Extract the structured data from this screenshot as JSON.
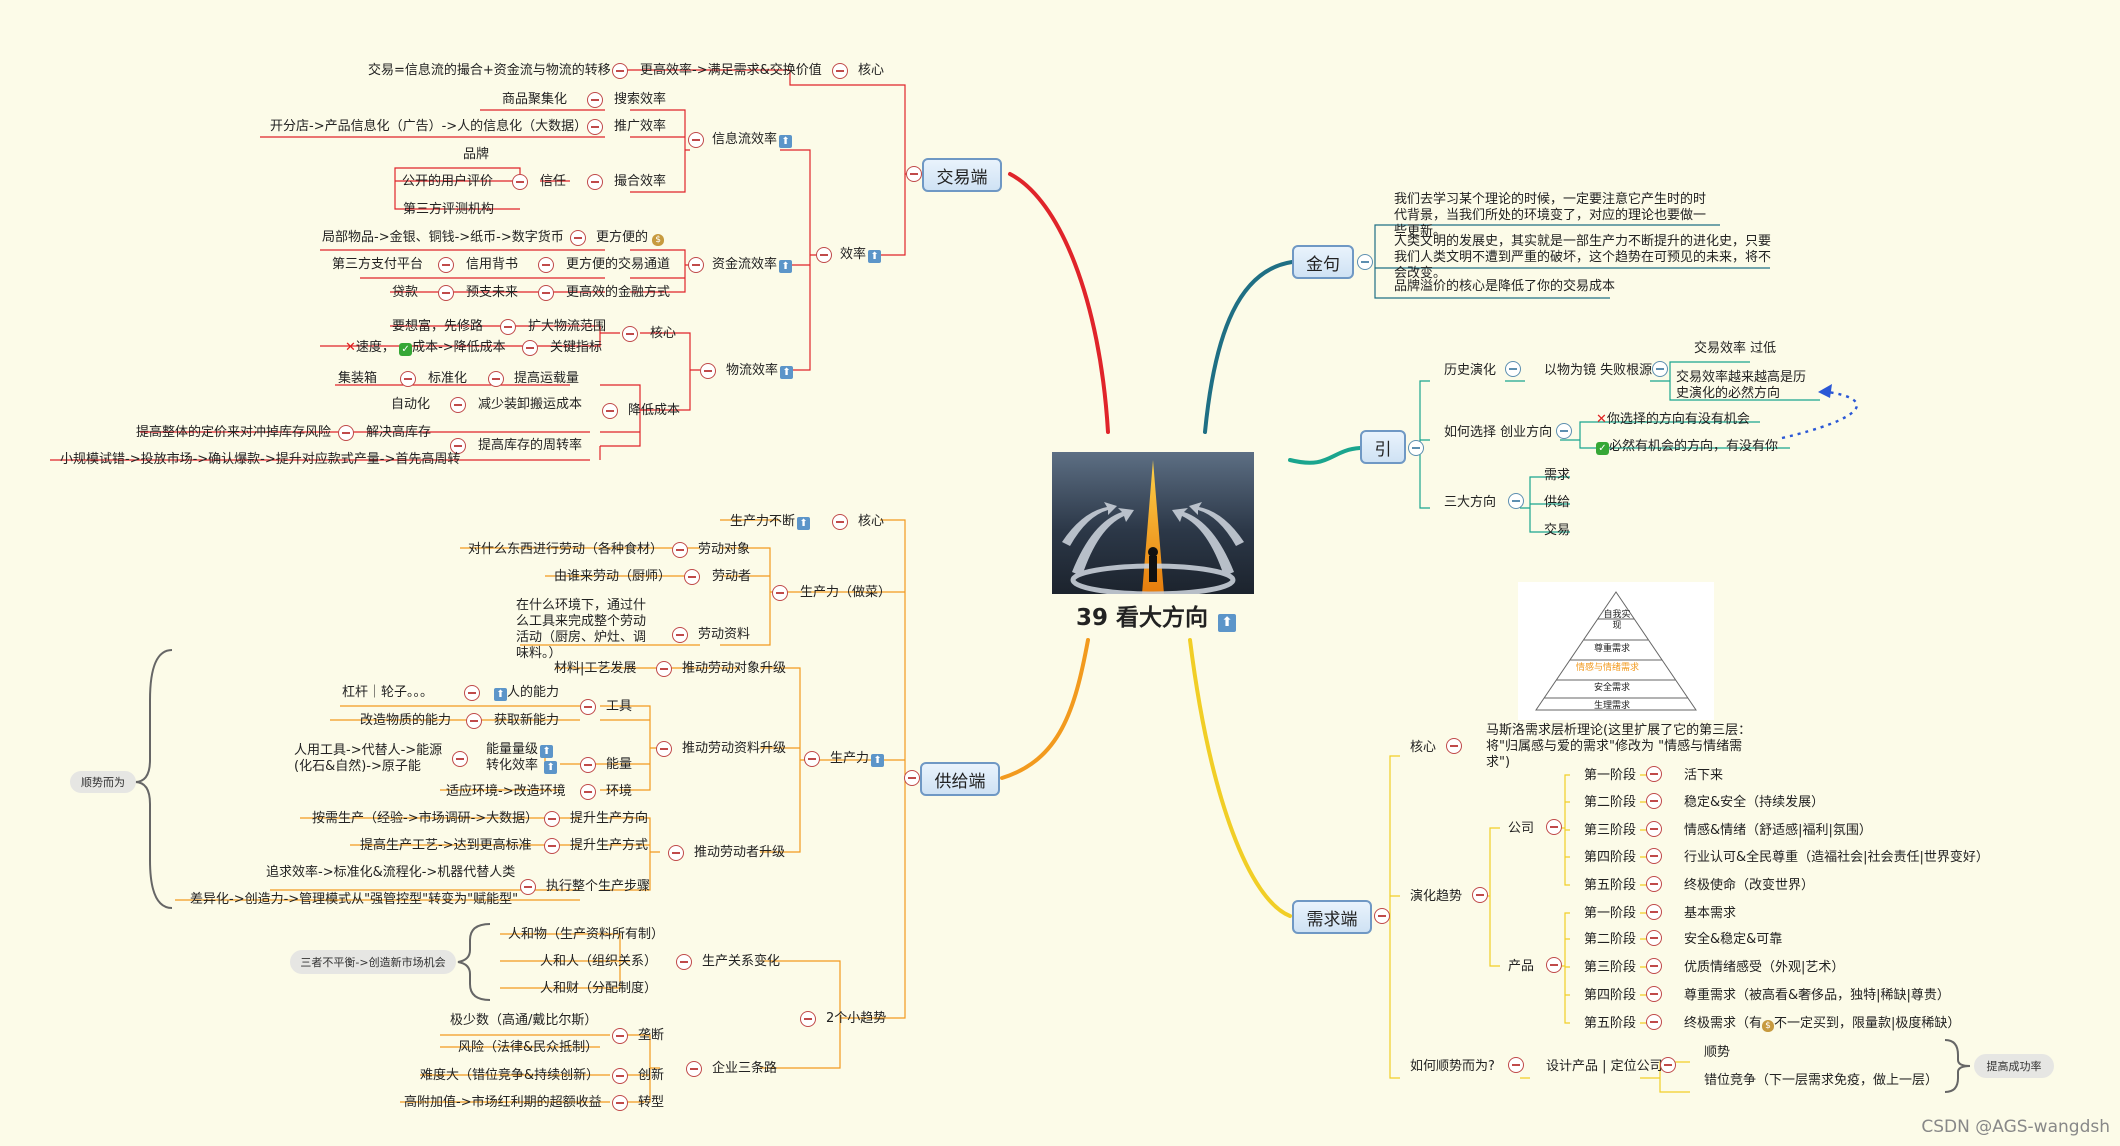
{
  "center": {
    "title": "39 看大方向",
    "title_icon": "up-arrow-icon"
  },
  "branches": {
    "trade": "交易端",
    "supply": "供给端",
    "quotes": "金句",
    "intro": "引",
    "demand": "需求端"
  },
  "trade": {
    "core": "核心",
    "core_text": "更高效率->满足需求&交换价值",
    "core_leaf": "交易=信息流的撮合+资金流与物流的转移",
    "efficiency": "效率",
    "info_flow": "信息流效率",
    "search_eff": "搜索效率",
    "search_leaf": "商品聚集化",
    "promo_eff": "推广效率",
    "promo_leaf": "开分店->产品信息化（广告）->人的信息化（大数据）",
    "match_eff": "撮合效率",
    "trust": "信任",
    "brand": "品牌",
    "reviews": "公开的用户评价",
    "third_party": "第三方评测机构",
    "money_flow": "资金流效率",
    "more_convenient": "更方便的",
    "currency_leaf": "局部物品->金银、铜钱->纸币->数字货币",
    "channels": "更方便的交易通道",
    "credit": "信用背书",
    "third_pay": "第三方支付平台",
    "finance": "更高效的金融方式",
    "prepay": "预支未来",
    "loan": "贷款",
    "logistics": "物流效率",
    "log_core": "核心",
    "expand": "扩大物流范围",
    "roads": "要想富，先修路",
    "key_metrics": "关键指标",
    "metric_speed": "速度，",
    "metric_cost": "成本->降低成本",
    "lower_cost": "降低成本",
    "load_rate": "提高运载量",
    "standard": "标准化",
    "container": "集装箱",
    "less_handling": "减少装卸搬运成本",
    "automation": "自动化",
    "turnover": "提高库存的周转率",
    "solve_stock": "解决高库存",
    "stock_leaf": "提高整体的定价来对冲掉库存风险",
    "turnover_leaf": "小规模试错->投放市场->确认爆款->提升对应款式产量->首先高周转"
  },
  "supply": {
    "core": "核心",
    "core_text": "生产力不断",
    "prod_cook": "生产力（做菜）",
    "labor_obj": "劳动对象",
    "labor_obj_leaf": "对什么东西进行劳动（各种食材）",
    "laborer": "劳动者",
    "laborer_leaf": "由谁来劳动（厨师）",
    "labor_means": "劳动资料",
    "labor_means_leaf": "在什么环境下，通过什么工具来完成整个劳动活动（厨房、炉灶、调味料。）",
    "productivity": "生产力",
    "push_obj": "推动劳动对象升级",
    "material": "材料|工艺发展",
    "push_means": "推动劳动资料升级",
    "tools": "工具",
    "human_ability": "人的能力",
    "lever": "杠杆｜轮子。。。",
    "gain_change": "获取新能力",
    "change_ability": "改造物质的能力",
    "energy": "能量",
    "energy_level": "能量量级",
    "conversion": "转化效率",
    "energy_leaf": "人用工具->代替人->能源(化石&自然)->原子能",
    "env": "环境",
    "env_leaf": "适应环境->改造环境",
    "push_worker": "推动劳动者升级",
    "raise_dir": "提升生产方向",
    "raise_dir_leaf": "按需生产（经验->市场调研->大数据）",
    "raise_way": "提升生产方式",
    "raise_way_leaf": "提高生产工艺->达到更高标准",
    "exec_steps": "执行整个生产步骤",
    "exec_leaf1": "追求效率->标准化&流程化->机器代替人类",
    "exec_leaf2": "差异化->创造力->管理模式从\"强管控型\"转变为\"赋能型\"",
    "follow_trend": "顺势而为",
    "two_trends": "2个小趋势",
    "relations": "生产关系变化",
    "rel1": "人和物（生产资料所有制）",
    "rel2": "人和人（组织关系）",
    "rel3": "人和财（分配制度）",
    "imbalance": "三者不平衡->创造新市场机会",
    "three_roads": "企业三条路",
    "monopoly": "垄断",
    "mono1": "极少数（高通/戴比尔斯）",
    "mono2": "风险（法律&民众抵制）",
    "innovate": "创新",
    "innov_leaf": "难度大（错位竞争&持续创新）",
    "transform": "转型",
    "trans_leaf": "高附加值->市场红利期的超额收益"
  },
  "quotes": {
    "q1": "我们去学习某个理论的时候，一定要注意它产生时的时代背景，当我们所处的环境变了，对应的理论也要做一些更新。",
    "q2": "人类文明的发展史，其实就是一部生产力不断提升的进化史，只要我们人类文明不遭到严重的破坏，这个趋势在可预见的未来，将不会改变。",
    "q3": "品牌溢价的核心是降低了你的交易成本"
  },
  "intro": {
    "history": "历史演化",
    "mirror": "以物为镜 失败根源",
    "eff_past": "交易效率 过低",
    "eff_rise": "交易效率越来越高是历史演化的必然方向",
    "choose": "如何选择 创业方向",
    "wrong": "你选择的方向有没有机会",
    "right": "必然有机会的方向，有没有你",
    "three": "三大方向",
    "dir_demand": "需求",
    "dir_supply": "供给",
    "dir_trade": "交易"
  },
  "demand": {
    "pyramid": [
      "自我实现",
      "尊重需求",
      "情感与情绪需求",
      "安全需求",
      "生理需求"
    ],
    "core": "核心",
    "core_text": "马斯洛需求层析理论(这里扩展了它的第三层：将\"归属感与爱的需求\"修改为 \"情感与情绪需求\")",
    "evolution": "演化趋势",
    "company": "公司",
    "product": "产品",
    "company_stages": [
      {
        "stage": "第一阶段",
        "text": "活下来"
      },
      {
        "stage": "第二阶段",
        "text": "稳定&安全（持续发展）"
      },
      {
        "stage": "第三阶段",
        "text": "情感&情绪（舒适感|福利|氛围）"
      },
      {
        "stage": "第四阶段",
        "text": "行业认可&全民尊重（造福社会|社会责任|世界变好）"
      },
      {
        "stage": "第五阶段",
        "text": "终极使命（改变世界）"
      }
    ],
    "product_stages": [
      {
        "stage": "第一阶段",
        "text": "基本需求"
      },
      {
        "stage": "第二阶段",
        "text": "安全&稳定&可靠"
      },
      {
        "stage": "第三阶段",
        "text": "优质情绪感受（外观|艺术）"
      },
      {
        "stage": "第四阶段",
        "text": "尊重需求（被高看&奢侈品，独特|稀缺|尊贵）"
      },
      {
        "stage": "第五阶段",
        "text_a": "终极需求（有",
        "text_b": "不一定买到，限量款|极度稀缺）"
      }
    ],
    "how": "如何顺势而为?",
    "design": "设计产品 | 定位公司",
    "follow": "顺势",
    "offset": "错位竞争（下一层需求免疫，做上一层）",
    "raise_success": "提高成功率"
  },
  "watermark": "CSDN @AGS-wangdsh",
  "colors": {
    "trade": "#e0242a",
    "supply": "#f29a1e",
    "quotes": "#1f6f84",
    "intro": "#1aa58e",
    "demand": "#f1ce26",
    "background": "#fcfbe8"
  }
}
